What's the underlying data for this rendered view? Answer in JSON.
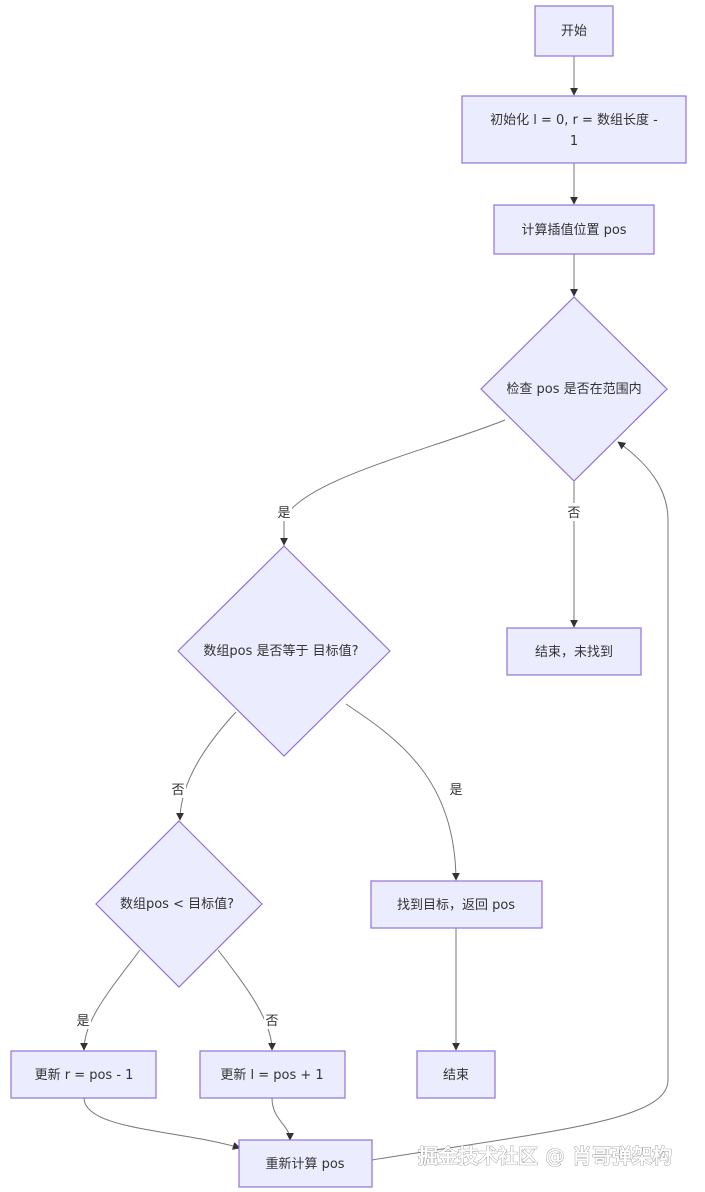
{
  "nodes": {
    "start": "开始",
    "init_line1": "初始化 l = 0, r = 数组长度 -",
    "init_line2": "1",
    "calc_pos": "计算插值位置 pos",
    "check_range": "检查 pos 是否在范围内",
    "end_not_found": "结束，未找到",
    "check_equal": "数组pos 是否等于 目标值?",
    "check_less": "数组pos < 目标值?",
    "found": "找到目标，返回 pos",
    "end": "结束",
    "update_r": "更新 r = pos - 1",
    "update_l": "更新 l = pos + 1",
    "recalc_pos": "重新计算 pos"
  },
  "edges": {
    "range_yes": "是",
    "range_no": "否",
    "equal_no": "否",
    "equal_yes": "是",
    "less_yes": "是",
    "less_no": "否"
  },
  "watermark": "掘金技术社区 @ 肖哥弹架构",
  "colors": {
    "node_fill": "#ECECFF",
    "node_stroke": "#9370DB",
    "edge": "#777777"
  }
}
